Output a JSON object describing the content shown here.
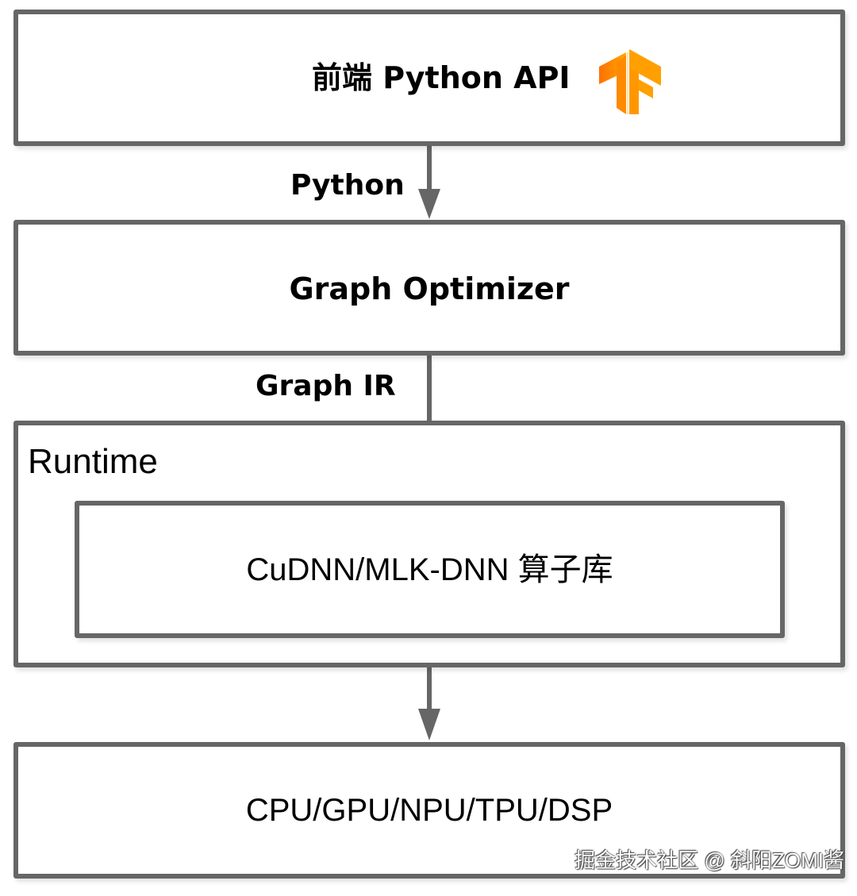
{
  "diagram": {
    "boxes": {
      "frontend": {
        "label": "前端 Python API",
        "logo": "tensorflow-logo-icon"
      },
      "optimizer": {
        "label": "Graph Optimizer"
      },
      "runtime": {
        "title": "Runtime"
      },
      "ops_library": {
        "label": "CuDNN/MLK-DNN 算子库"
      },
      "hardware": {
        "label": "CPU/GPU/NPU/TPU/DSP"
      }
    },
    "edges": [
      {
        "from": "frontend",
        "to": "optimizer",
        "label": "Python"
      },
      {
        "from": "optimizer",
        "to": "ops_library",
        "label": "Graph IR"
      },
      {
        "from": "runtime",
        "to": "hardware",
        "label": ""
      }
    ],
    "colors": {
      "border": "#666666",
      "arrow": "#666666",
      "logo_orange_light": "#FFA800",
      "logo_orange_dark": "#FF6F00"
    }
  },
  "watermark": "掘金技术社区 @ 斜阳ZOMI酱"
}
